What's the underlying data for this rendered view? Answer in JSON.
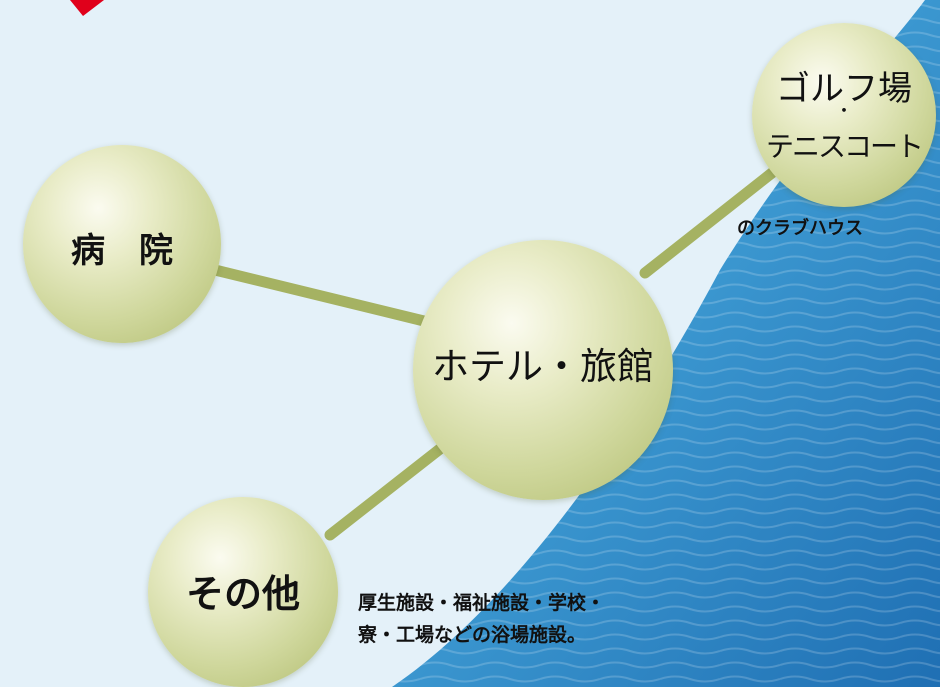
{
  "nodes": {
    "golf": {
      "line1": "ゴルフ場",
      "dot": "・",
      "line2": "テニスコート"
    },
    "hospital": {
      "label": "病　院"
    },
    "hotel": {
      "label": "ホテル・旅館"
    },
    "other": {
      "label": "その他"
    }
  },
  "notes": {
    "golf_note": "のクラブハウス",
    "other_note_line1": "厚生施設・福祉施設・学校・",
    "other_note_line2": "寮・工場などの浴場施設。"
  },
  "colors": {
    "background": "#e4f1f9",
    "water": "#3d9ad2",
    "connector": "#a5b262",
    "bubble": "#cfd79c",
    "accent": "#e0001b"
  }
}
